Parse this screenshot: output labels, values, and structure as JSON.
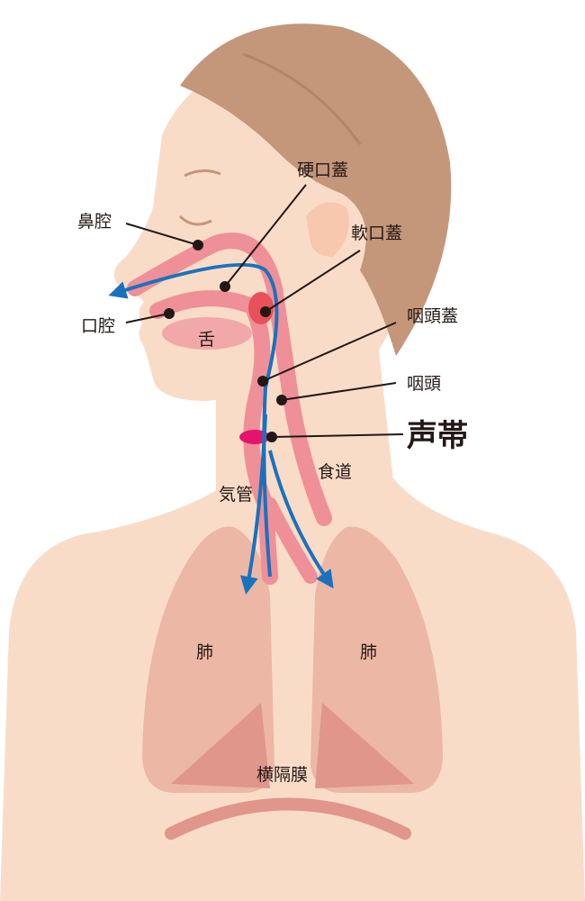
{
  "colors": {
    "skin": "#f9dcc8",
    "hair": "#c4967a",
    "airway": "#ef8f97",
    "lung": "#ecb7a5",
    "lung_dark": "#e0968a",
    "arrow": "#1a72bc",
    "vocal_cords": "#e5136e"
  },
  "labels": {
    "hard_palate": "硬口蓋",
    "nasal_cavity": "鼻腔",
    "soft_palate": "軟口蓋",
    "oral_cavity": "口腔",
    "tongue": "舌",
    "epiglottis": "咽頭蓋",
    "pharynx": "咽頭",
    "vocal_cords": "声帯",
    "esophagus": "食道",
    "trachea": "気管",
    "lung_left": "肺",
    "lung_right": "肺",
    "diaphragm": "横隔膜"
  }
}
